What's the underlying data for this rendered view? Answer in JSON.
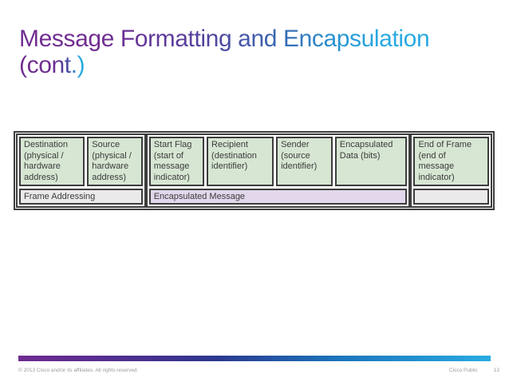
{
  "slide": {
    "title_line1": "Message Formatting and Encapsulation",
    "title_line2": "(cont.)"
  },
  "table": {
    "groups": [
      {
        "label": "Frame Addressing",
        "label_bg": "#eaeaea",
        "cells": [
          {
            "lines": [
              "Destination",
              "(physical /",
              "hardware",
              "address)"
            ]
          },
          {
            "lines": [
              "Source",
              "(physical /",
              "hardware",
              "address)"
            ]
          }
        ]
      },
      {
        "label": "Encapsulated Message",
        "label_bg": "#e2d7eb",
        "cells": [
          {
            "lines": [
              "Start Flag",
              "(start of",
              "message",
              "indicator)"
            ]
          },
          {
            "lines": [
              "Recipient",
              "(destination",
              "identifier)"
            ]
          },
          {
            "lines": [
              "Sender",
              "(source",
              "identifier)"
            ]
          },
          {
            "lines": [
              "Encapsulated",
              "Data (bits)"
            ]
          }
        ]
      },
      {
        "label": "",
        "label_bg": "#eaeaea",
        "cells": [
          {
            "lines": [
              "End of Frame",
              "(end of",
              "message",
              "indicator)"
            ]
          }
        ]
      }
    ]
  },
  "footer": {
    "copyright": "© 2013 Cisco and/or its affiliates. All rights reserved.",
    "classification": "Cisco Public",
    "page_number": "13"
  },
  "colors": {
    "title_gradient_start": "#702d91",
    "title_gradient_end": "#27a9e1",
    "cell_green": "#d7e6d3",
    "label_lavender": "#e2d7eb",
    "label_gray": "#eaeaea",
    "border_dark": "#3d3d3d",
    "footer_bar_start": "#6f2b90",
    "footer_bar_end": "#29abe2"
  }
}
